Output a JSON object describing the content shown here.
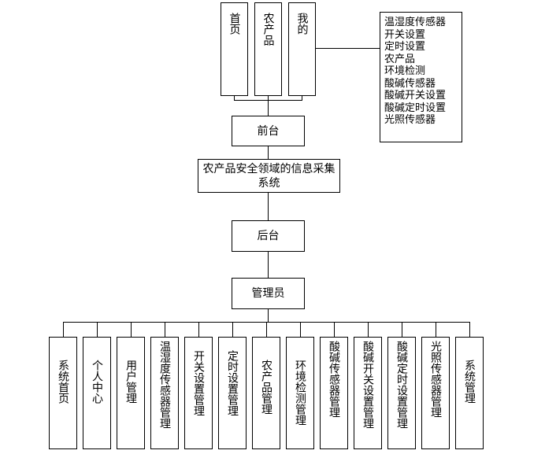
{
  "diagram": {
    "system_name": "农产品安全领域的信息采集系统",
    "frontend": "前台",
    "backend": "后台",
    "admin": "管理员",
    "frontend_nav": [
      "首页",
      "农产品",
      "我的"
    ],
    "my_features": [
      "温湿度传感器",
      "开关设置",
      "定时设置",
      "农产品",
      "环境检测",
      "酸碱传感器",
      "酸碱开关设置",
      "酸碱定时设置",
      "光照传感器"
    ],
    "admin_modules": [
      "系统首页",
      "个人中心",
      "用户管理",
      "温湿度传感器管理",
      "开关设置管理",
      "定时设置管理",
      "农产品管理",
      "环境检测管理",
      "酸碱传感器管理",
      "酸碱开关设置管理",
      "酸碱定时设置管理",
      "光照传感器管理",
      "系统管理"
    ]
  }
}
